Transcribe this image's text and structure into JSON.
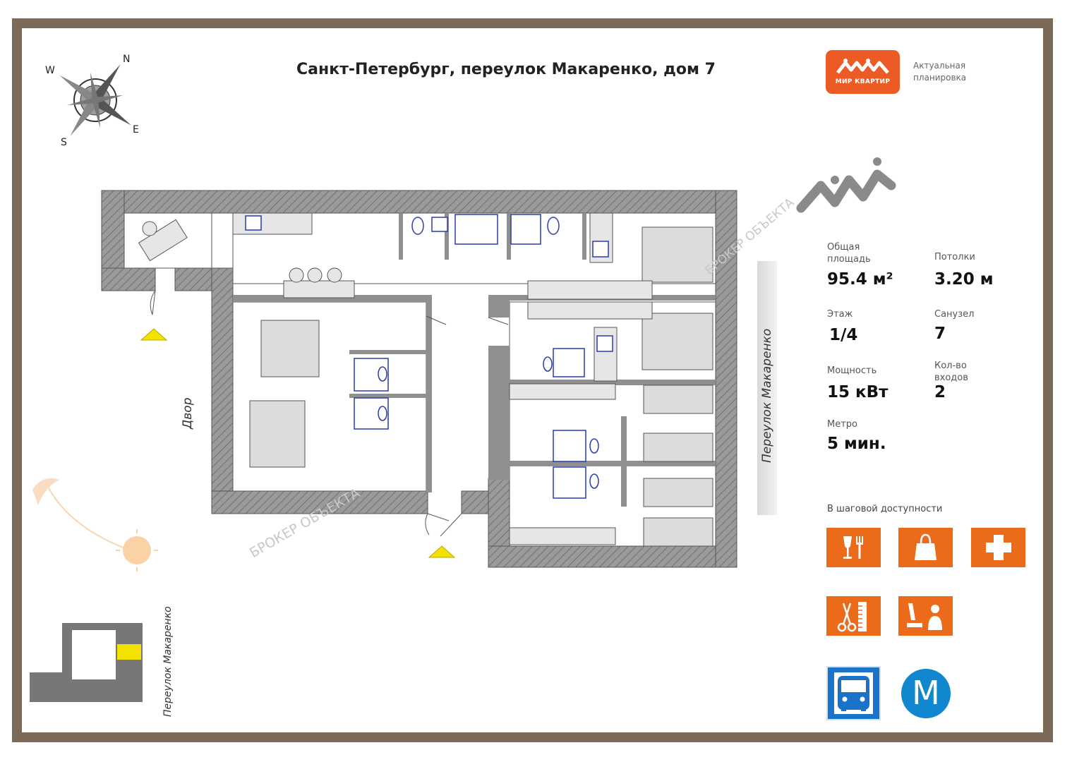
{
  "title": "Санкт-Петербург, переулок Макаренко, дом 7",
  "brand": {
    "name": "МИР КВАРТИР",
    "note": "Актуальная планировка",
    "color": "#ec5b24"
  },
  "compass": {
    "n": "N",
    "s": "S",
    "e": "E",
    "w": "W"
  },
  "stats": {
    "area": {
      "label": "Общая площадь",
      "value": "95.4 м²"
    },
    "ceilings": {
      "label": "Потолки",
      "value": "3.20 м"
    },
    "floor": {
      "label": "Этаж",
      "value": "1/4"
    },
    "bathrooms": {
      "label": "Санузел",
      "value": "7"
    },
    "power": {
      "label": "Мощность",
      "value": "15 кВт"
    },
    "entrances": {
      "label": "Кол-во входов",
      "value": "2"
    },
    "metro": {
      "label": "Метро",
      "value": "5 мин."
    }
  },
  "walk_label": "В шаговой доступности",
  "poi_icons": [
    "restaurant-icon",
    "shopping-bag-icon",
    "medical-cross-icon",
    "barber-icon",
    "beauty-salon-icon",
    "bus-icon",
    "metro-icon"
  ],
  "metro_letter": "М",
  "labels": {
    "yard": "Двор",
    "street_main": "Переулок Макаренко",
    "street_mini": "Переулок Макаренко"
  },
  "watermark": "БРОКЕР ОБЪЕКТА",
  "colors": {
    "wall": "#8f8f8f",
    "floor_furniture": "#dcdcdc",
    "accent_entry": "#f3e200",
    "poi_orange": "#ec6b1a",
    "bus_blue": "#1a73c8"
  }
}
